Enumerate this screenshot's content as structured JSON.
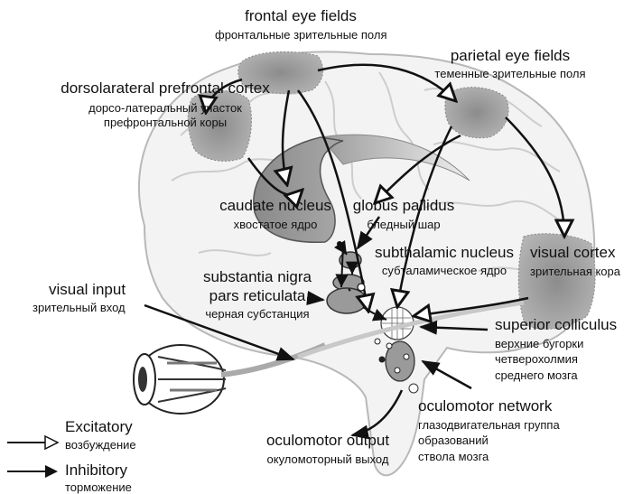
{
  "labels": {
    "frontal_eye_fields": {
      "en": "frontal eye fields",
      "ru": "фронтальные зрительные поля"
    },
    "parietal_eye_fields": {
      "en": "parietal eye fields",
      "ru": "теменные зрительные поля"
    },
    "dlpfc": {
      "en": "dorsolarateral prefrontal cortex",
      "ru1": "дорсо-латеральный участок",
      "ru2": "префронтальной коры"
    },
    "caudate": {
      "en": "caudate nucleus",
      "ru": "хвостатое ядро"
    },
    "globus_pallidus": {
      "en": "globus pallidus",
      "ru": "бледный шар"
    },
    "subthalamic": {
      "en": "subthalamic nucleus",
      "ru": "субталамическое ядро"
    },
    "substantia_nigra": {
      "en1": "substantia nigra",
      "en2": "pars reticulata",
      "ru": "черная субстанция"
    },
    "visual_cortex": {
      "en": "visual cortex",
      "ru": "зрительная кора"
    },
    "visual_input": {
      "en": "visual input",
      "ru": "зрительный вход"
    },
    "superior_colliculus": {
      "en": "superior colliculus",
      "ru1": "верхние бугорки",
      "ru2": "четверохолмия",
      "ru3": "среднего мозга"
    },
    "oculomotor_network": {
      "en": "oculomotor network",
      "ru1": "глазодвигательная группа",
      "ru2": "образований",
      "ru3": "ствола мозга"
    },
    "oculomotor_output": {
      "en": "oculomotor output",
      "ru": "окуломоторный выход"
    }
  },
  "legend": {
    "excitatory": {
      "en": "Excitatory",
      "ru": "возбуждение"
    },
    "inhibitory": {
      "en": "Inhibitory",
      "ru": "торможение"
    }
  }
}
